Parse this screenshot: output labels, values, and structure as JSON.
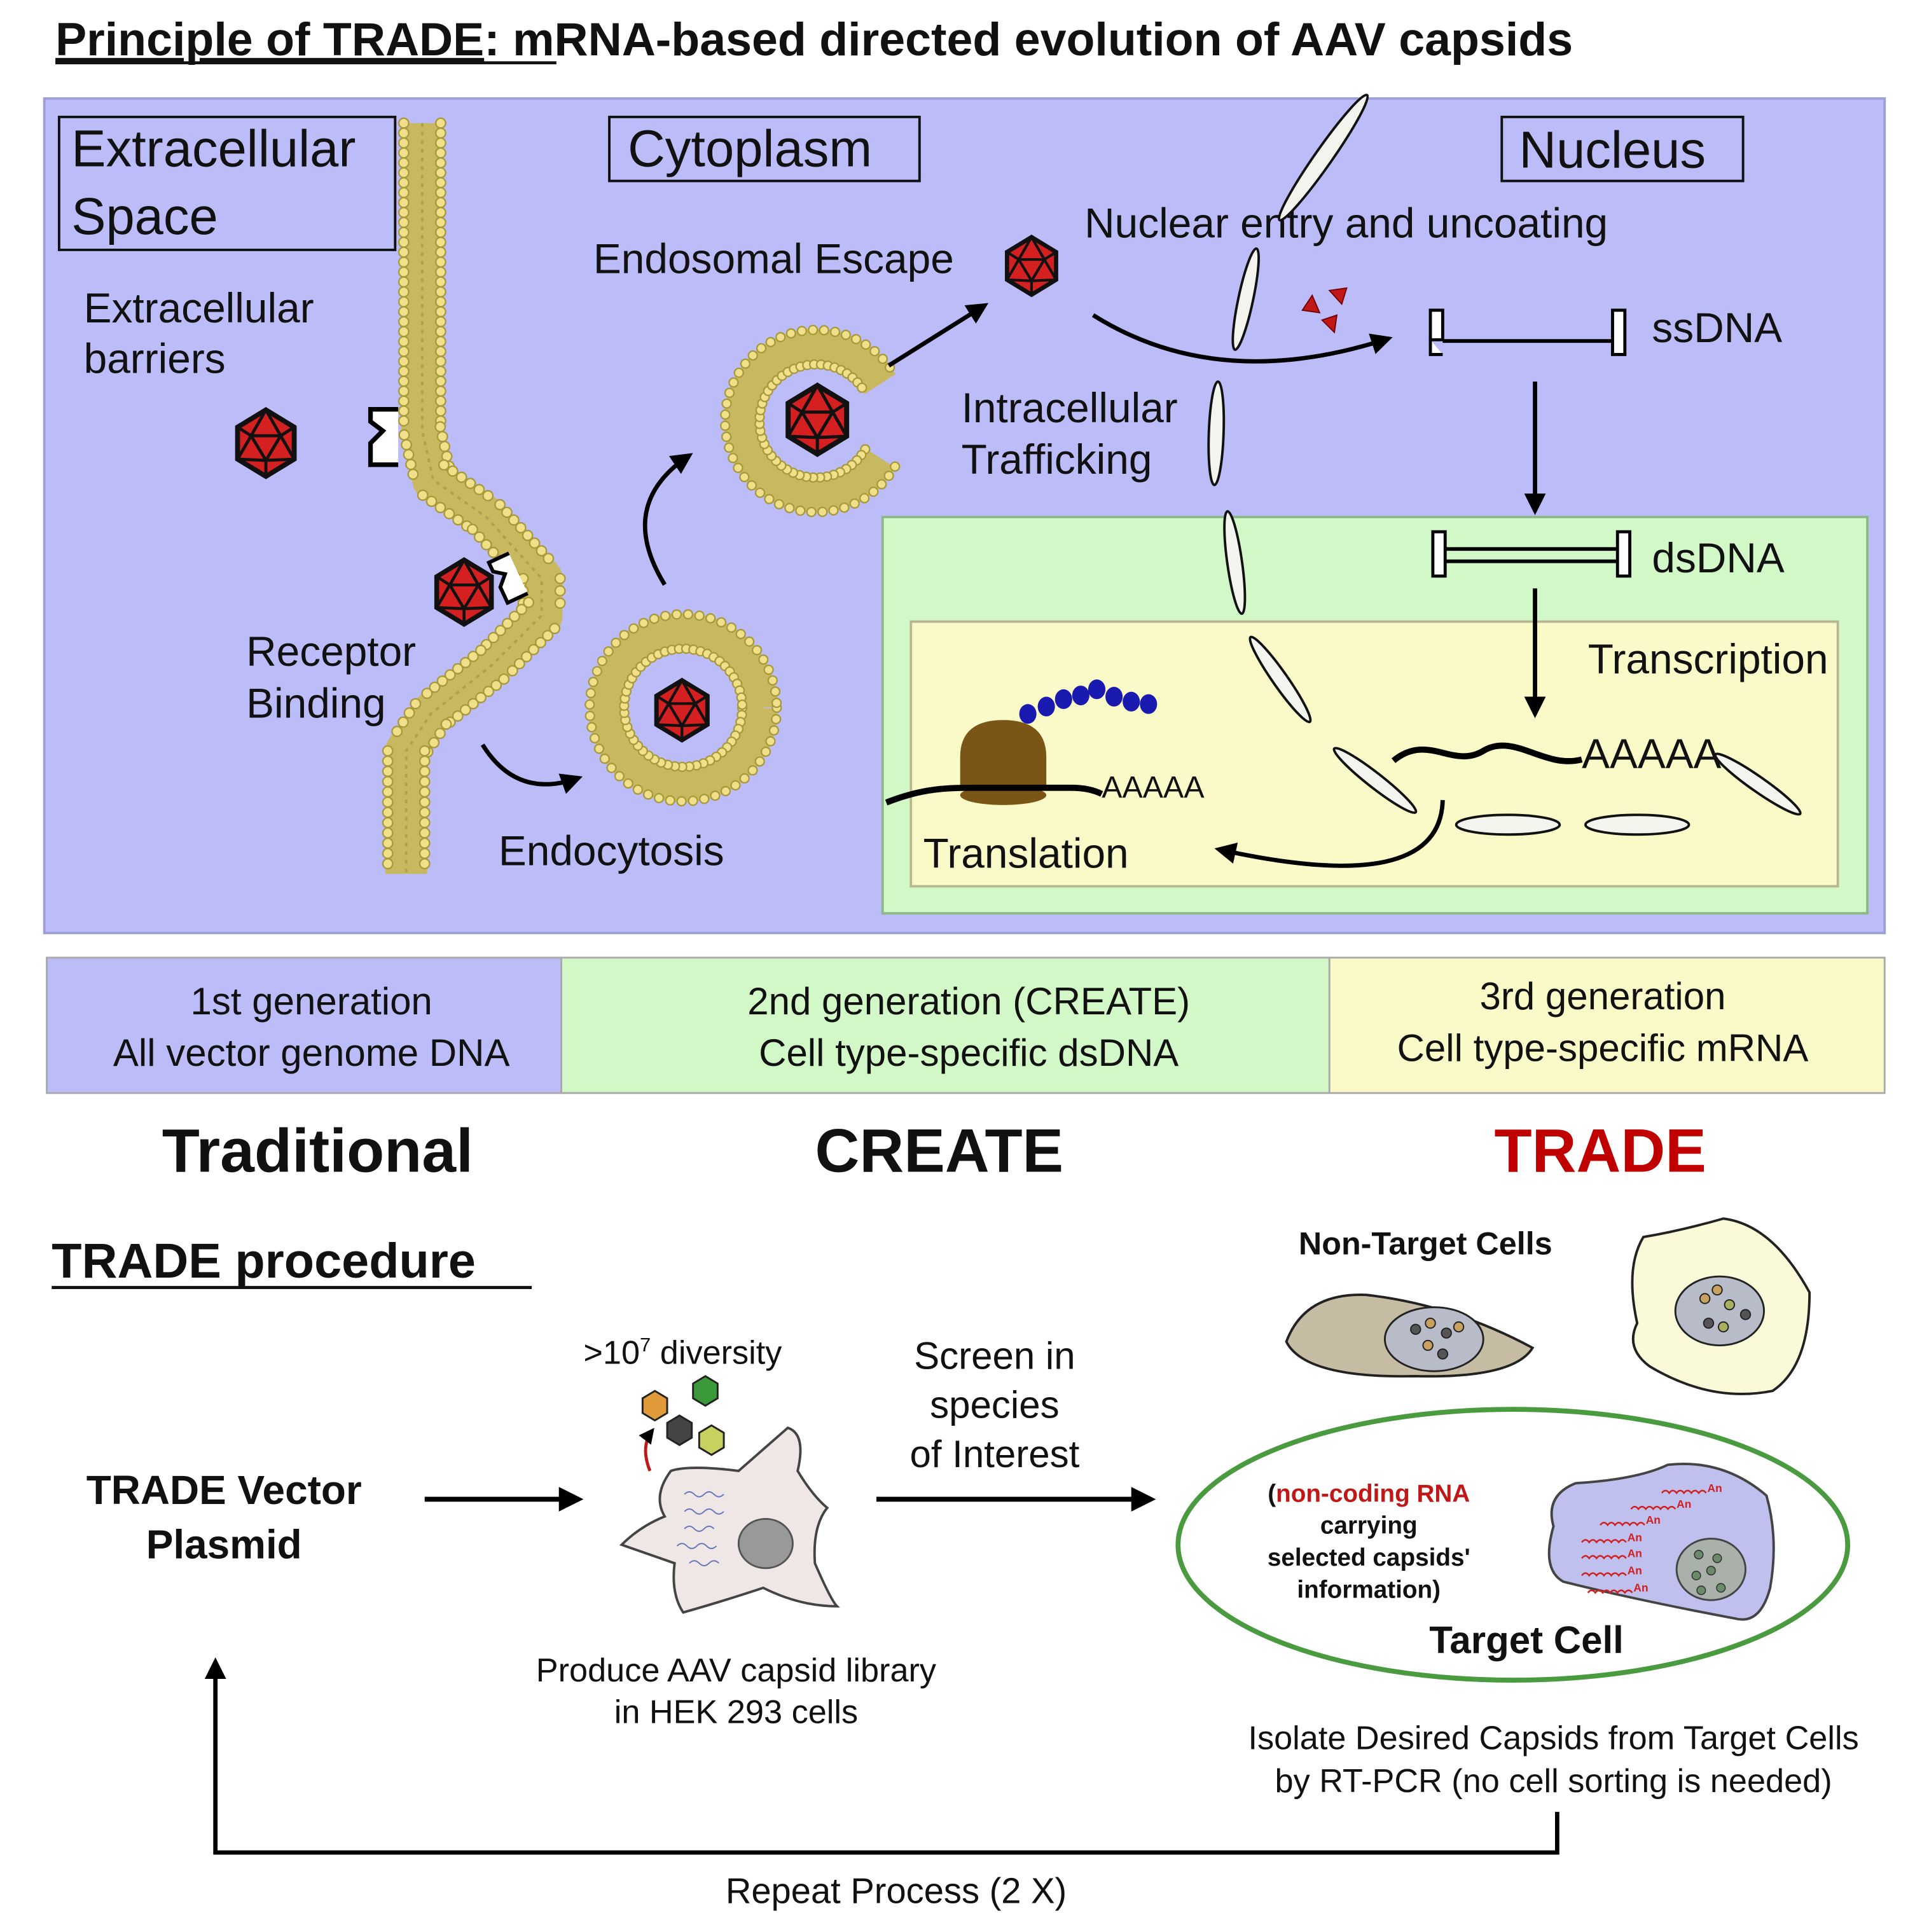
{
  "title": {
    "underlined": "Principle of TRADE",
    "rest": ": mRNA-based directed evolution of AAV capsids"
  },
  "compartments": {
    "extracellular": [
      "Extracellular",
      "Space"
    ],
    "cytoplasm": "Cytoplasm",
    "nucleus": "Nucleus"
  },
  "steps": {
    "extracellular_barriers": [
      "Extracellular",
      "barriers"
    ],
    "receptor_binding": [
      "Receptor",
      "Binding"
    ],
    "endocytosis": "Endocytosis",
    "endosomal_escape": "Endosomal Escape",
    "intracellular_trafficking": [
      "Intracellular",
      "Trafficking"
    ],
    "nuclear_entry": "Nuclear entry and uncoating",
    "ssdna": "ssDNA",
    "dsdna": "dsDNA",
    "transcription": "Transcription",
    "polya_large": "AAAAA",
    "polya_small": "AAAAA",
    "translation": "Translation"
  },
  "generations": [
    {
      "line1": "1st generation",
      "line2": "All vector genome DNA",
      "name": "Traditional",
      "color": "#bcbcf8",
      "name_color": "#111111"
    },
    {
      "line1": "2nd generation (CREATE)",
      "line2": "Cell type-specific dsDNA",
      "name": "CREATE",
      "color": "#d2f8c8",
      "name_color": "#111111"
    },
    {
      "line1": "3rd generation",
      "line2": "Cell type-specific mRNA",
      "name": "TRADE",
      "color": "#fafac8",
      "name_color": "#c00000"
    }
  ],
  "procedure": {
    "heading": "TRADE procedure",
    "vector": [
      "TRADE Vector",
      "Plasmid"
    ],
    "diversity_prefix": ">10",
    "diversity_exp": "7",
    "diversity_suffix": " diversity",
    "produce": [
      "Produce AAV capsid library",
      "in HEK 293 cells"
    ],
    "screen": [
      "Screen in",
      "species",
      "of Interest"
    ],
    "non_target": "Non-Target Cells",
    "rna_note_red": "non-coding RNA",
    "rna_note": [
      "carrying",
      "selected capsids'",
      "information)"
    ],
    "rna_note_open": "(",
    "target_cell": "Target Cell",
    "rna_tail": "An",
    "isolate": [
      "Isolate Desired Capsids from Target Cells",
      "by RT-PCR (no cell sorting is needed)"
    ],
    "repeat": "Repeat Process (2 X)"
  },
  "colors": {
    "panel_blue": "#bcbcf8",
    "panel_green": "#d2f8c8",
    "panel_yellow": "#fafac8",
    "capsid_red": "#d42020",
    "trade_red": "#c00000",
    "target_ring": "#4a9a40",
    "peptide_blue": "#1a1ab0",
    "ribosome_brown": "#7a5515"
  }
}
